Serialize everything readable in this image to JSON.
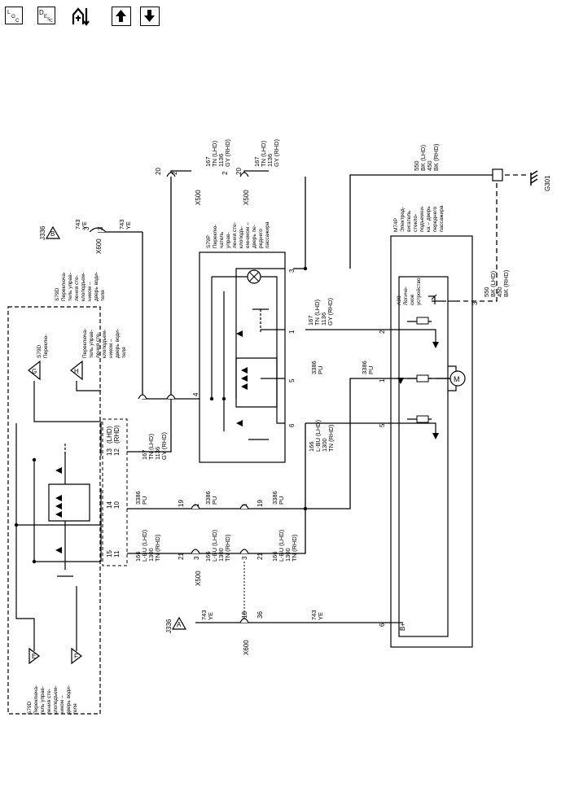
{
  "toolbar": {
    "loc_label": "LOC",
    "desc_label": "DESC",
    "connector_icon": "connector-view-icon",
    "up_icon": "arrow-up-icon",
    "down_icon": "arrow-down-icon"
  },
  "connectors": {
    "x500": "X500",
    "x600": "X600",
    "j336": "J336"
  },
  "ground": "G301",
  "splices": {
    "a": "A",
    "b": "B"
  },
  "components": {
    "s79p": {
      "id": "S79P",
      "lines": [
        "Переклю-",
        "чатель",
        "управ-",
        "ления сте-",
        "клоподъ-",
        "емником –",
        "дверь пе-",
        "реднего",
        "пассажира"
      ]
    },
    "m74p": {
      "id": "M74P",
      "lines": [
        "Электрод-",
        "вигатель",
        "стекло-",
        "подъемни-",
        "ка – дверь",
        "переднего",
        "пассажира"
      ]
    },
    "a90": {
      "id": "A90",
      "lines": [
        "Логиче-",
        "ское",
        "устройство"
      ],
      "bplus": "B+"
    },
    "s79d_top": {
      "id": "S79D",
      "lines": [
        "Переключа-",
        "тель управ-",
        "ления сте-",
        "клоподъем-",
        "ником –",
        "дверь води-",
        "теля"
      ]
    },
    "s79d_bottom": {
      "id": "S79D",
      "lines": [
        "Переключа-",
        "тель управ-",
        "ления сте-",
        "клоподъем-",
        "ником –",
        "дверь води-",
        "теля"
      ]
    }
  },
  "inline_labels": {
    "s79d_g": {
      "id": "S79D",
      "lines": [
        "Переклю-",
        "чатель",
        "управ-",
        "ления сте-",
        "клоподъем-",
        "ником –",
        "дверь води-",
        "теля"
      ]
    },
    "s79d_h": {
      "id": "S79D",
      "lines": [
        "Переключа-",
        "тель управ-",
        "ления сте-",
        "клоподъем-",
        "ником –",
        "дверь води-",
        "теля"
      ]
    }
  },
  "pins": {
    "g": "G",
    "h": "H",
    "e": "E",
    "f": "F"
  },
  "wires": {
    "w167_lhd": "167",
    "tn_lhd": "TN (LHD)",
    "w1136_rhd": "1136",
    "gy_rhd": "GY (RHD)",
    "w743": "743",
    "ye": "YE",
    "w550_lhd": "550",
    "bk_lhd": "BK (LHD)",
    "w450_rhd": "450",
    "bk_rhd": "BK (RHD)",
    "w3386": "3386",
    "pu": "PU",
    "w166_lhd": "166",
    "lbu_lhd": "L-BU (LHD)",
    "w1300_rhd": "1300",
    "tn_rhd": "TN (RHD)"
  },
  "pin_numbers": {
    "n20": "20",
    "n2": "2",
    "n3": "3",
    "n1": "1",
    "n4": "4",
    "n5": "5",
    "n6": "6",
    "n19": "19",
    "n21": "21",
    "n18": "18",
    "n36": "36",
    "n13": "13",
    "n12": "12",
    "n14": "14",
    "n10": "10",
    "n15": "15",
    "n11": "11",
    "lhd": "(LHD)",
    "rhd": "(RHD)"
  }
}
